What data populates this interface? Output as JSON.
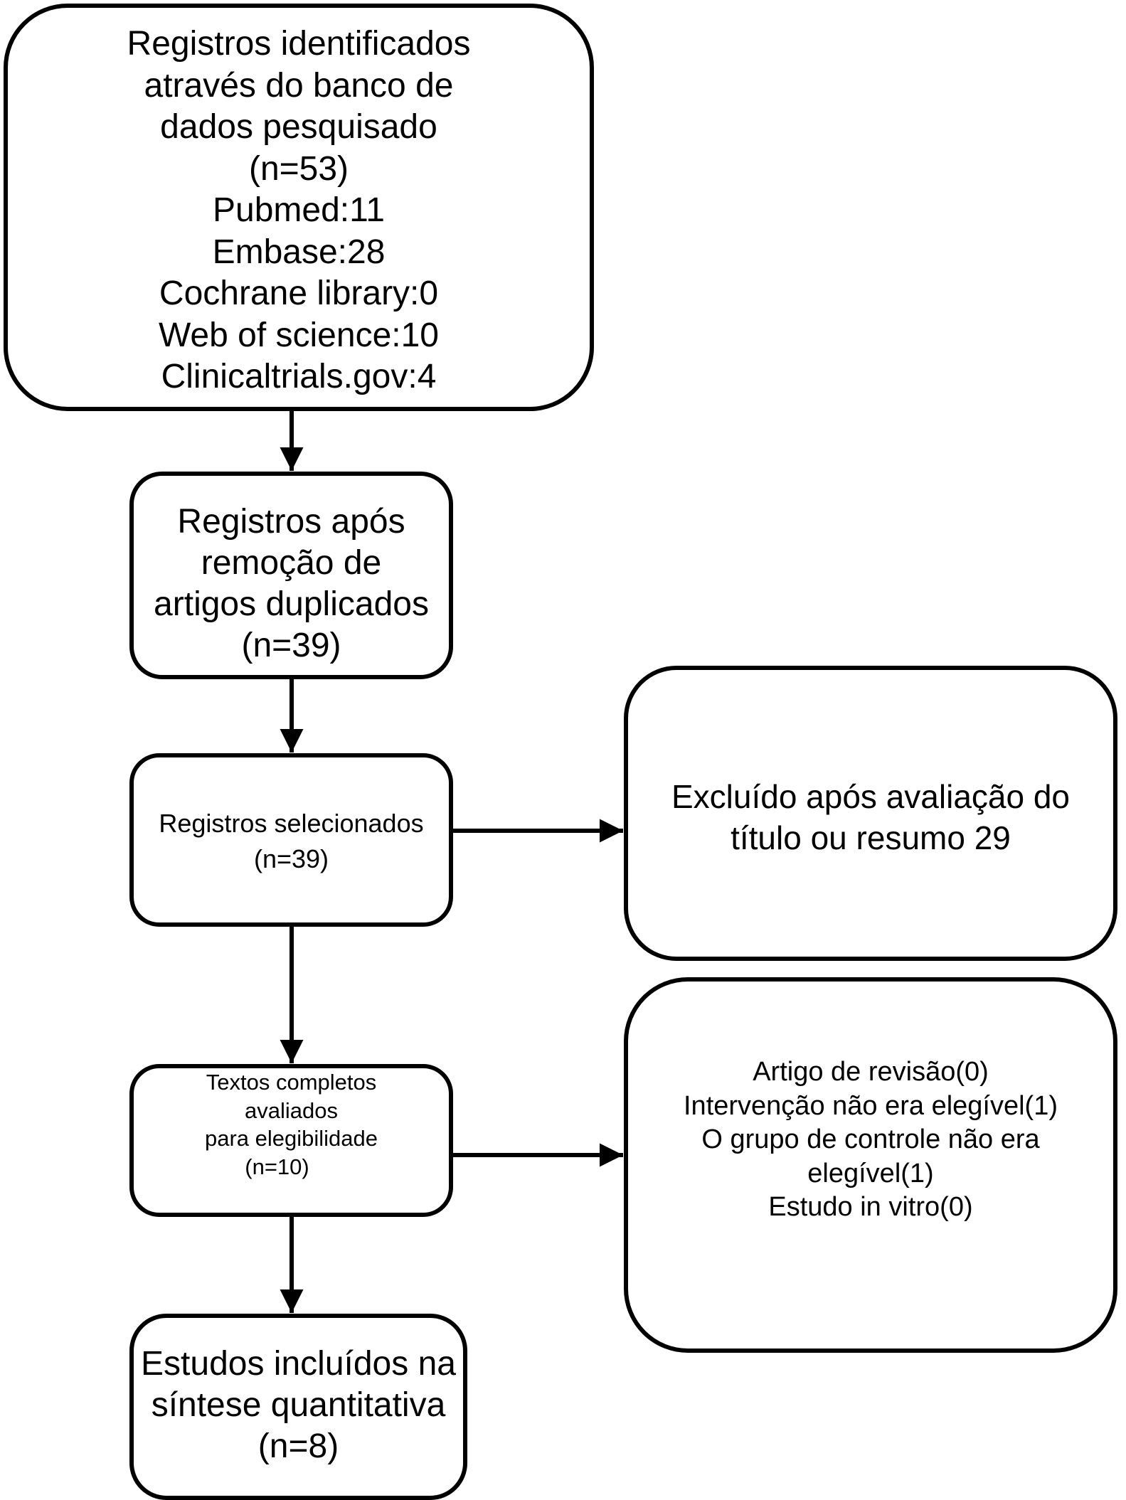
{
  "boxes": {
    "identified": {
      "lines": [
        "Registros identificados",
        "através do banco de",
        "dados pesquisado",
        "(n=53)",
        "Pubmed:11",
        "Embase:28",
        "Cochrane library:0",
        "Web of science:10",
        "Clinicaltrials.gov:4"
      ]
    },
    "dedup": {
      "lines": [
        "Registros após",
        "remoção de",
        "artigos duplicados",
        "(n=39)"
      ]
    },
    "screened": {
      "lines": [
        "Registros selecionados",
        "(n=39)"
      ]
    },
    "fulltext": {
      "lines": [
        "Textos completos",
        "avaliados",
        "para elegibilidade",
        "(n=10)"
      ]
    },
    "included": {
      "lines": [
        "Estudos incluídos na",
        "síntese quantitativa",
        "(n=8)"
      ]
    },
    "excluded_title": {
      "lines": [
        "Excluído após avaliação do",
        "título ou resumo 29"
      ]
    },
    "excluded_fulltext": {
      "lines": [
        "Artigo de revisão(0)",
        "Intervenção não era elegível(1)",
        "O grupo de controle não era",
        "elegível(1)",
        "Estudo in vitro(0)"
      ]
    }
  },
  "colors": {
    "stroke": "#000000",
    "background": "#ffffff"
  }
}
